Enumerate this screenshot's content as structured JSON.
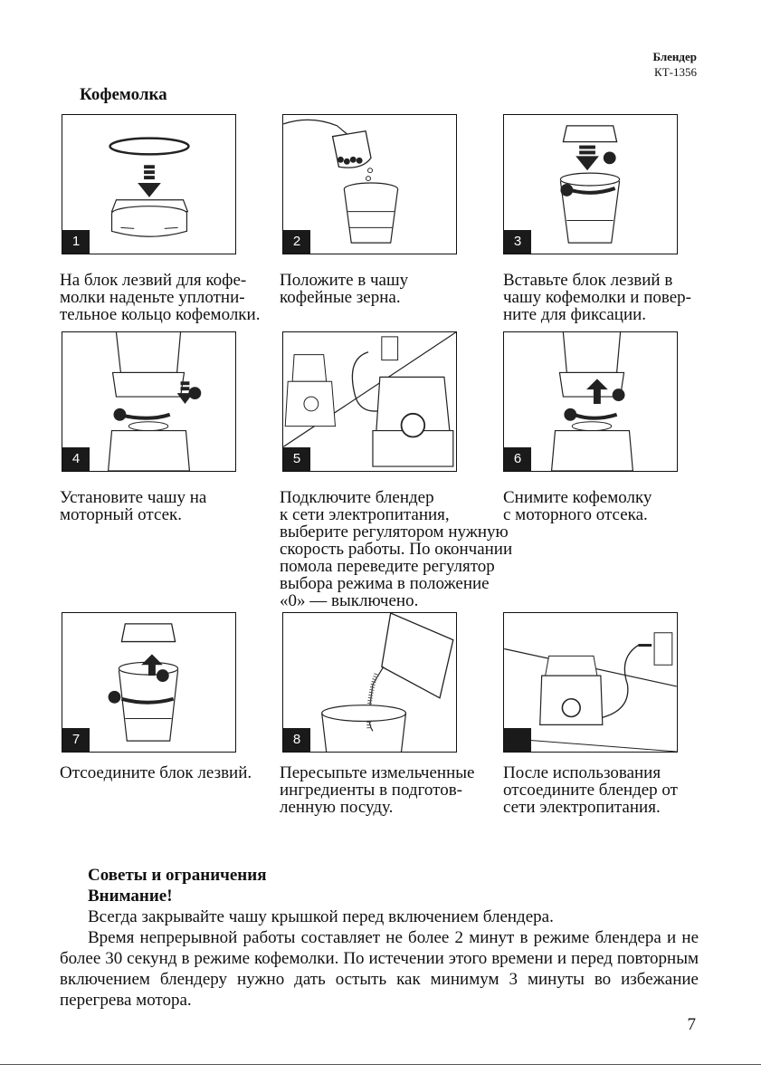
{
  "header": {
    "product": "Блендер",
    "model": "КТ-1356"
  },
  "section_title": "Кофемолка",
  "steps": [
    {
      "num": "1",
      "caption": "На блок лезвий для кофе-\nмолки наденьте уплотни-\nтельное кольцо кофемолки."
    },
    {
      "num": "2",
      "caption": "Положите в чашу\nкофейные зерна."
    },
    {
      "num": "3",
      "caption": "Вставьте блок лезвий в\nчашу кофемолки и повер-\nните для фиксации."
    },
    {
      "num": "4",
      "caption": "Установите чашу на\nмоторный отсек."
    },
    {
      "num": "5",
      "caption": "Подключите блендер\nк сети электропитания,\nвыберите регулятором нужную\nскорость работы. По окончании\nпомола переведите регулятор\nвыбора режима в положение\n«0» — выключено."
    },
    {
      "num": "6",
      "caption": "Снимите кофемолку\nс моторного отсека."
    },
    {
      "num": "7",
      "caption": "Отсоедините блок лезвий."
    },
    {
      "num": "8",
      "caption": "Пересыпьте измельченные\nингредиенты в подготов-\nленную посуду."
    },
    {
      "num": "",
      "caption": "После использования\nотсоедините блендер от\nсети электропитания."
    }
  ],
  "tips": {
    "title": "Советы и ограничения",
    "warning": "Внимание!",
    "p1": "Всегда закрывайте чашу крышкой перед включением блендера.",
    "p2": "Время непрерывной работы составляет не более 2 минут в режиме блендера и не более 30 секунд в режиме кофемолки. По истечении этого времени и перед повторным включением блендеру нужно дать остыть как минимум 3 минуты во избежание перегрева мотора."
  },
  "page_number": "7"
}
